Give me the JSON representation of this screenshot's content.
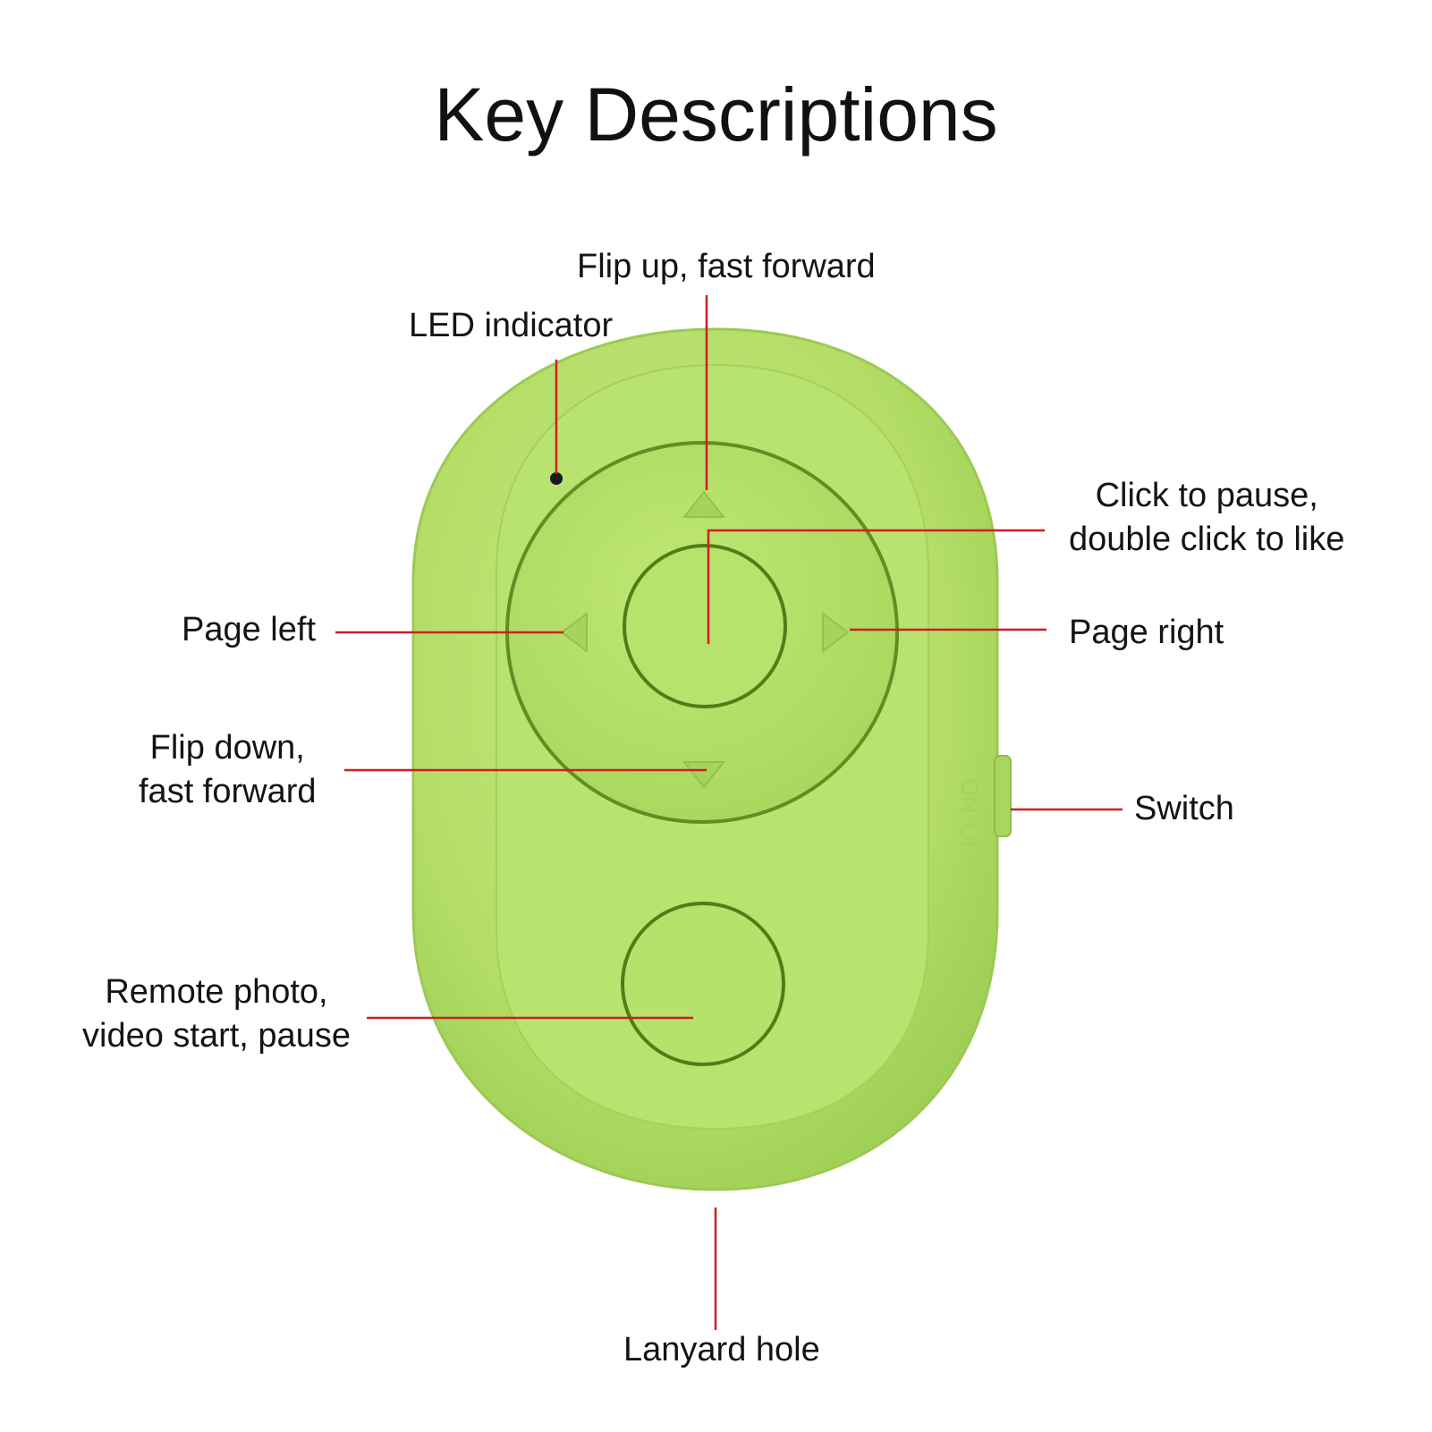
{
  "title": "Key Descriptions",
  "device": {
    "body_color": "#b8e26f",
    "shadow_color": "#8fbf45",
    "accent_line_color": "#cc1f24",
    "led_color": "#1a1a1a",
    "switch_text_top": "ON",
    "switch_text_bottom": "OFF"
  },
  "callouts": {
    "flip_up": "Flip up, fast forward",
    "led": "LED indicator",
    "pause_like": {
      "line1": "Click to pause,",
      "line2": "double click to like"
    },
    "page_left": "Page left",
    "page_right": "Page right",
    "flip_down": {
      "line1": "Flip down,",
      "line2": "fast forward"
    },
    "switch": "Switch",
    "remote_photo": {
      "line1": "Remote photo,",
      "line2": "video start, pause"
    },
    "lanyard": "Lanyard hole"
  }
}
